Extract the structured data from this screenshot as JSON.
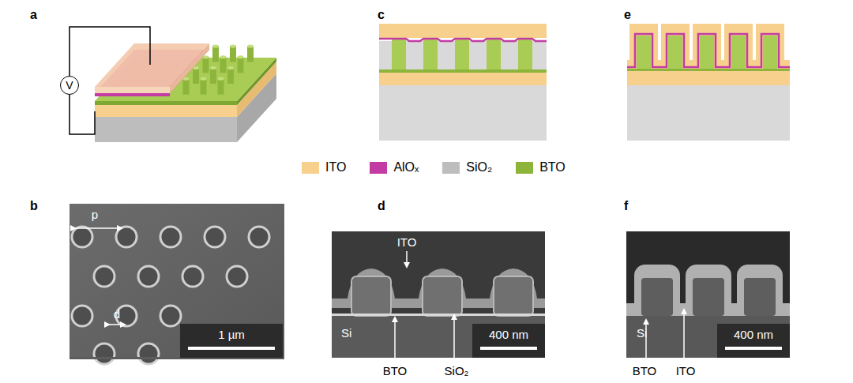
{
  "diagram": {
    "nodes": [
      {
        "text": [
          "V"
        ]
      }
    ],
    "labels": [
      "a",
      "c",
      "e",
      "b",
      "d",
      "f",
      "p",
      "d",
      "1 µm",
      "ITO",
      "Si",
      "400 nm",
      "BTO",
      "SiO₂",
      "Si",
      "400 nm",
      "BTO",
      "ITO"
    ],
    "legend": [
      {
        "text": "ITO",
        "color": "#f7d08e"
      },
      {
        "text": "AlOₓ",
        "color": "#c23ca4"
      },
      {
        "text": "SiO₂",
        "color": "#bdbdbd"
      },
      {
        "text": "BTO",
        "color": "#8db53c"
      }
    ]
  }
}
